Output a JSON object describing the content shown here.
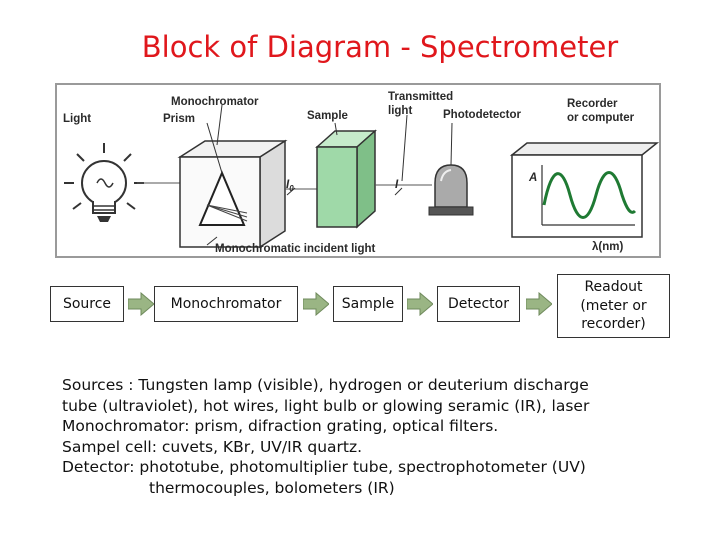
{
  "title": "Block of Diagram - Spectrometer",
  "figure": {
    "labels": {
      "light": "Light",
      "monochromator": "Monochromator",
      "prism": "Prism",
      "sample": "Sample",
      "transmitted1": "Transmitted",
      "transmitted2": "light",
      "photodetector": "Photodetector",
      "recorder1": "Recorder",
      "recorder2": "or computer",
      "i0": "I",
      "i0_sub": "0",
      "i": "I",
      "a": "A",
      "lambda": "λ(nm)",
      "incident": "Monochromatic incident light"
    },
    "colors": {
      "sample_cube": "#9fd9a8",
      "wave": "#1f7a33",
      "border": "#9a9a9a"
    }
  },
  "flow": {
    "steps": [
      {
        "label": "Source"
      },
      {
        "label": "Monochromator"
      },
      {
        "label": "Sample"
      },
      {
        "label": "Detector"
      },
      {
        "label": "Readout (meter or recorder)"
      }
    ],
    "arrow_color": "#9ab584"
  },
  "notes": {
    "line1": "Sources : Tungsten lamp (visible), hydrogen or deuterium discharge",
    "line2": "tube (ultraviolet), hot wires, light bulb or glowing seramic (IR),  laser",
    "line3": "Monochromator: prism, difraction grating, optical filters.",
    "line4": "Sampel cell: cuvets,  KBr, UV/IR quartz.",
    "line5": "Detector: phototube, photomultiplier tube, spectrophotometer (UV)",
    "line6": "thermocouples, bolometers (IR)"
  }
}
